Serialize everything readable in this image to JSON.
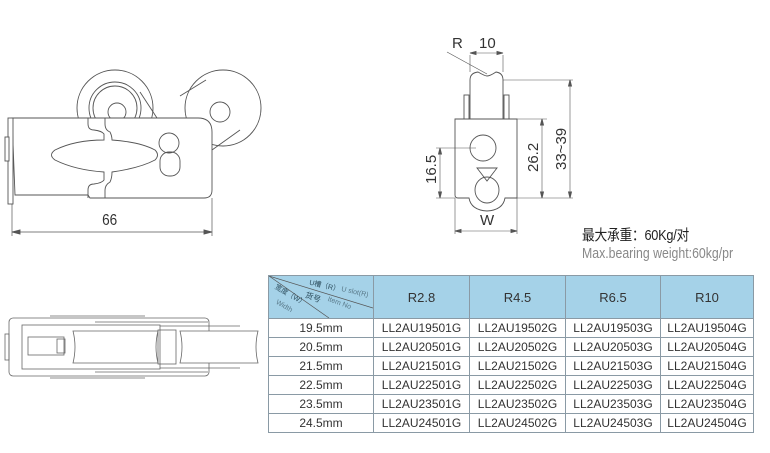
{
  "drawings": {
    "side_view": {
      "dimension_label": "66"
    },
    "front_view": {
      "labels": {
        "radius": "R",
        "width_top": "10",
        "height_total": "33~39",
        "height_body": "26.2",
        "height_axle": "16.5",
        "width_bottom": "W"
      }
    },
    "top_view": {}
  },
  "spec": {
    "max_load_cn": "最大承重：60Kg/对",
    "max_load_en": "Max.bearing weight:60kg/pr"
  },
  "table": {
    "corner": {
      "slot_cn": "U槽（R）",
      "slot_en": "U slot(R)",
      "item_cn": "货号",
      "item_en": "Item No",
      "width_cn": "宽度（W）",
      "width_en": "Width"
    },
    "columns": [
      "R2.8",
      "R4.5",
      "R6.5",
      "R10"
    ],
    "header_color": "#a5d2e8",
    "rows": [
      {
        "width": "19.5mm",
        "items": [
          "LL2AU19501G",
          "LL2AU19502G",
          "LL2AU19503G",
          "LL2AU19504G"
        ]
      },
      {
        "width": "20.5mm",
        "items": [
          "LL2AU20501G",
          "LL2AU20502G",
          "LL2AU20503G",
          "LL2AU20504G"
        ]
      },
      {
        "width": "21.5mm",
        "items": [
          "LL2AU21501G",
          "LL2AU21502G",
          "LL2AU21503G",
          "LL2AU21504G"
        ]
      },
      {
        "width": "22.5mm",
        "items": [
          "LL2AU22501G",
          "LL2AU22502G",
          "LL2AU22503G",
          "LL2AU22504G"
        ]
      },
      {
        "width": "23.5mm",
        "items": [
          "LL2AU23501G",
          "LL2AU23502G",
          "LL2AU23503G",
          "LL2AU23504G"
        ]
      },
      {
        "width": "24.5mm",
        "items": [
          "LL2AU24501G",
          "LL2AU24502G",
          "LL2AU24503G",
          "LL2AU24504G"
        ]
      }
    ]
  }
}
